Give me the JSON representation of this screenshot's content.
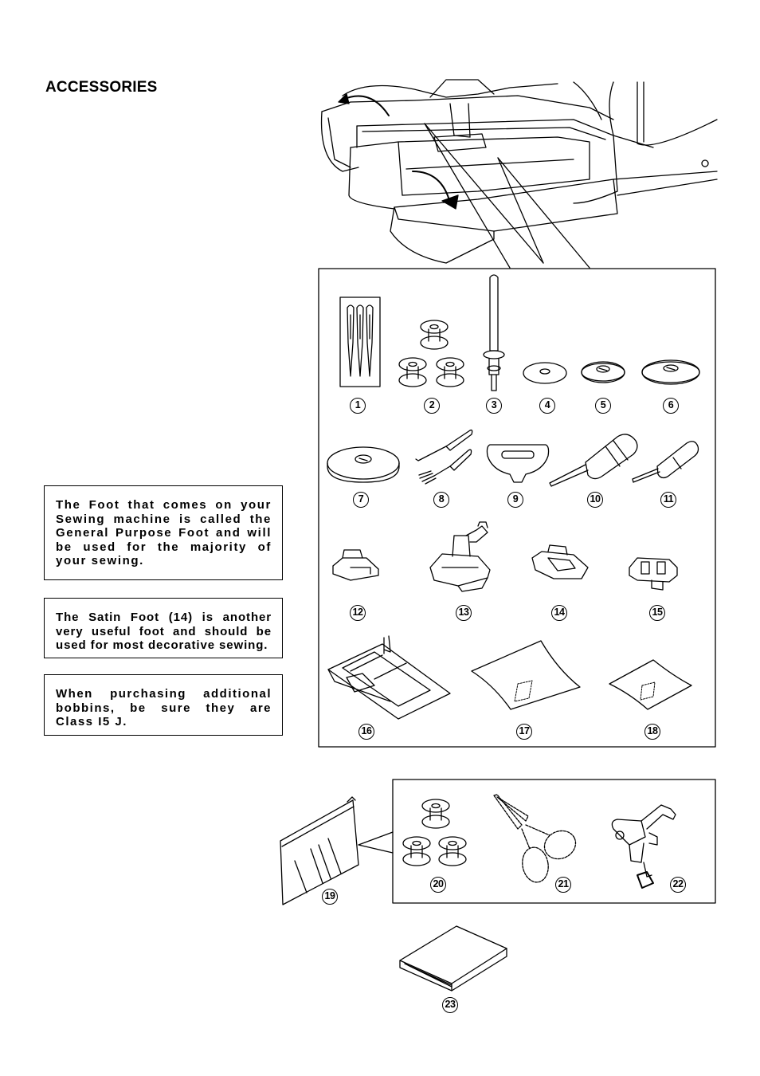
{
  "page": {
    "title": "ACCESSORIES"
  },
  "notes": [
    "The Foot that comes on your Sewing machine is called the General Purpose Foot and will be used for the majority of your sewing.",
    "The Satin Foot (14) is another very useful foot and should be used for most decorative sewing.",
    "When purchasing additional bobbins, be sure they are Class I5 J."
  ],
  "callouts": [
    "1",
    "2",
    "3",
    "4",
    "5",
    "6",
    "7",
    "8",
    "9",
    "10",
    "11",
    "12",
    "13",
    "14",
    "15",
    "16",
    "17",
    "18",
    "19",
    "20",
    "21",
    "22",
    "23"
  ],
  "items": [
    {
      "number": "1",
      "icon": "needles-icon"
    },
    {
      "number": "2",
      "icon": "bobbins-icon"
    },
    {
      "number": "3",
      "icon": "spool-pin-icon"
    },
    {
      "number": "4",
      "icon": "felt-disc-icon"
    },
    {
      "number": "5",
      "icon": "spool-cap-small-icon"
    },
    {
      "number": "6",
      "icon": "spool-cap-medium-icon"
    },
    {
      "number": "7",
      "icon": "spool-cap-large-icon"
    },
    {
      "number": "8",
      "icon": "seam-ripper-brush-icon"
    },
    {
      "number": "9",
      "icon": "shim-plate-icon"
    },
    {
      "number": "10",
      "icon": "screwdriver-large-icon"
    },
    {
      "number": "11",
      "icon": "screwdriver-small-icon"
    },
    {
      "number": "12",
      "icon": "zipper-foot-icon"
    },
    {
      "number": "13",
      "icon": "general-purpose-foot-icon"
    },
    {
      "number": "14",
      "icon": "satin-foot-icon"
    },
    {
      "number": "15",
      "icon": "button-sewing-foot-icon"
    },
    {
      "number": "16",
      "icon": "buttonhole-foot-icon"
    },
    {
      "number": "17",
      "icon": "fabric-sample-large-icon"
    },
    {
      "number": "18",
      "icon": "fabric-sample-small-icon"
    },
    {
      "number": "19",
      "icon": "accessory-bag-icon"
    },
    {
      "number": "20",
      "icon": "bobbins-icon"
    },
    {
      "number": "21",
      "icon": "scissors-icon"
    },
    {
      "number": "22",
      "icon": "darning-foot-icon"
    },
    {
      "number": "23",
      "icon": "manual-book-icon"
    }
  ]
}
